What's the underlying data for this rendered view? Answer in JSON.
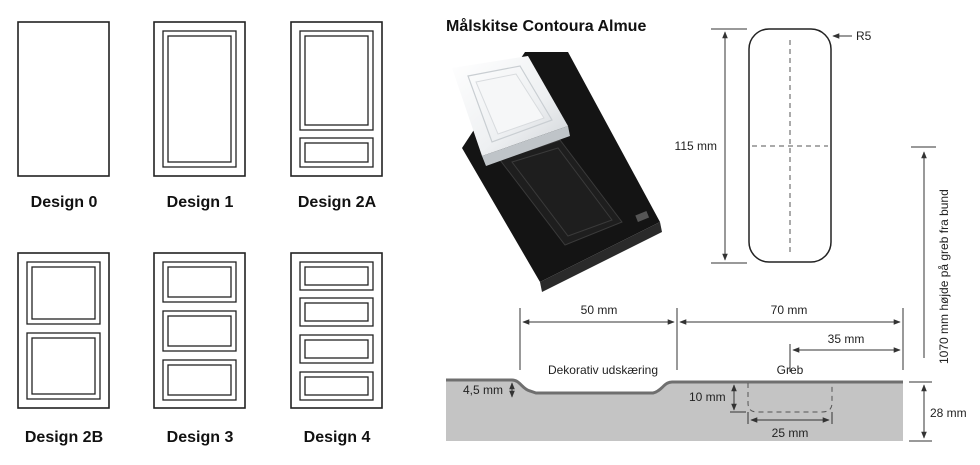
{
  "designs": [
    {
      "label": "Design 0"
    },
    {
      "label": "Design 1"
    },
    {
      "label": "Design 2A"
    },
    {
      "label": "Design 2B"
    },
    {
      "label": "Design 3"
    },
    {
      "label": "Design 4"
    }
  ],
  "sketch": {
    "title": "Målskitse Contoura Almue",
    "handle": {
      "height": "115 mm",
      "radius": "R5"
    },
    "side_note": "1070 mm højde på greb fra bund",
    "profile": {
      "dim_50": "50 mm",
      "dim_70": "70 mm",
      "dim_35": "35 mm",
      "decor_label": "Dekorativ udskæring",
      "grip_label": "Greb",
      "depth_decor": "4,5 mm",
      "depth_grip": "10 mm",
      "width_grip": "25 mm",
      "thickness": "28 mm"
    }
  }
}
